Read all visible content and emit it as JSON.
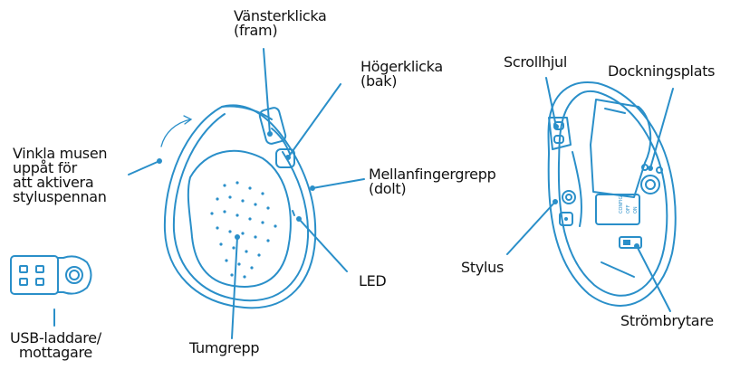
{
  "colors": {
    "line": "#2a8fc9",
    "fill": "#e8f3fa",
    "text": "#111111"
  },
  "labels": {
    "vanster": "Vänsterklicka\n(fram)",
    "hoger": "Högerklicka\n(bak)",
    "vinkla": "Vinkla musen\nuppåt för\natt aktivera\nstyluspennan",
    "mellan": "Mellanfingergrepp\n(dolt)",
    "led": "LED",
    "usb": "USB-laddare/\nmottagare",
    "tumgrepp": "Tumgrepp",
    "scroll": "Scrollhjul",
    "dock": "Dockningsplats",
    "stylus": "Stylus",
    "strom": "Strömbrytare"
  },
  "switch_text": [
    "CONFIG",
    "OFF",
    "ON"
  ]
}
